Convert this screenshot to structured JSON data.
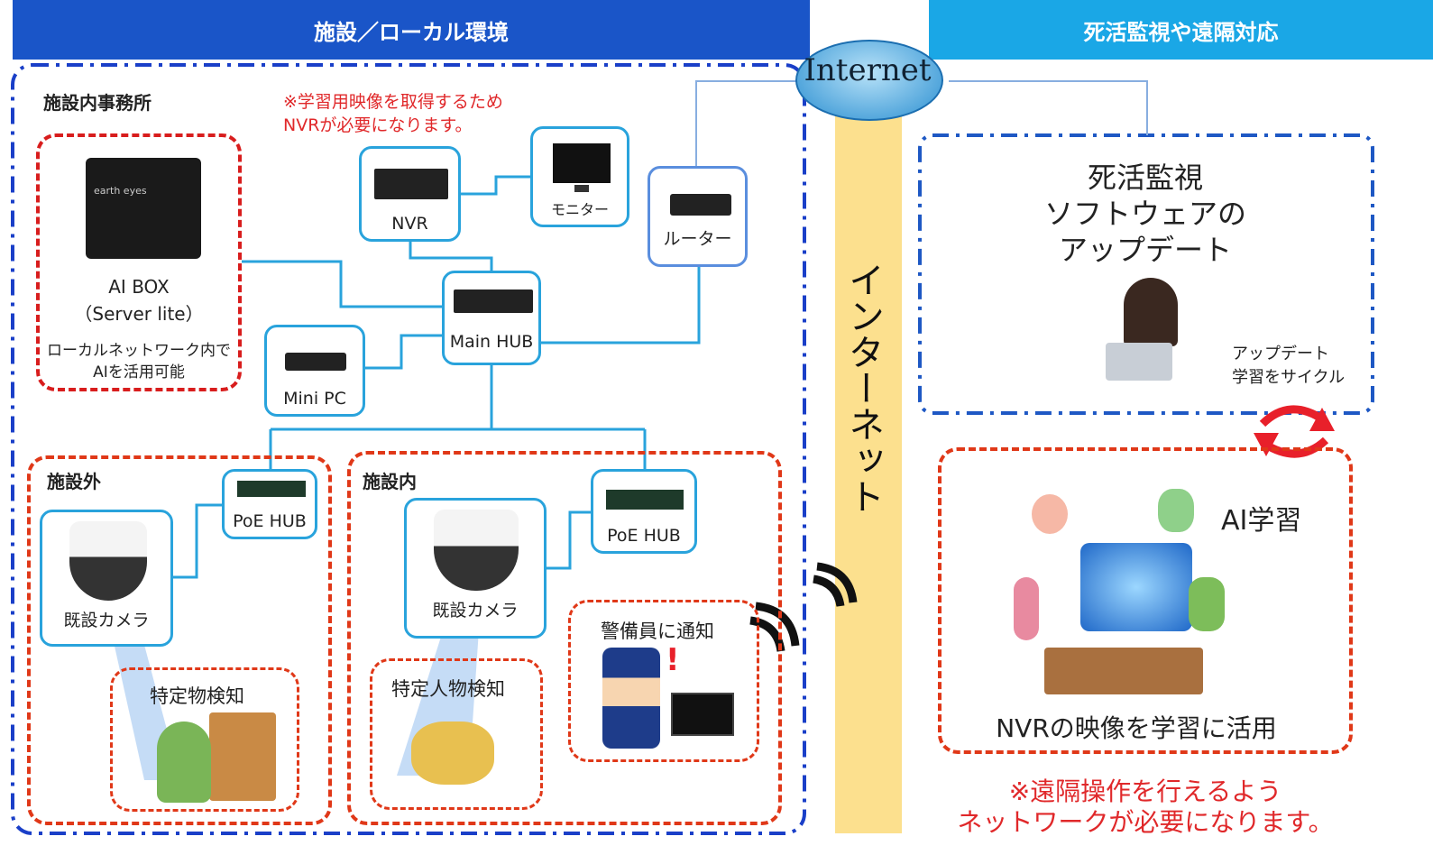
{
  "headers": {
    "left": "施設／ローカル環境",
    "right": "死活監視や遠隔対応",
    "left_color": "#1a55c8",
    "right_color": "#1aa7e6"
  },
  "internet": {
    "logo": "Internet",
    "vertical_label": "インターネット"
  },
  "office": {
    "title": "施設内事務所",
    "note_line1": "※学習用映像を取得するため",
    "note_line2": "NVRが必要になります。"
  },
  "ai_box": {
    "label1": "AI BOX",
    "label2": "（Server lite）",
    "desc1": "ローカルネットワーク内で",
    "desc2": "AIを活用可能",
    "brand": "earth eyes"
  },
  "devices": {
    "nvr": "NVR",
    "monitor": "モニター",
    "router": "ルーター",
    "main_hub": "Main HUB",
    "mini_pc": "Mini PC",
    "poe_hub_out": "PoE HUB",
    "poe_hub_in": "PoE HUB"
  },
  "outside": {
    "title": "施設外",
    "camera": "既設カメラ",
    "detect": "特定物検知"
  },
  "inside": {
    "title": "施設内",
    "camera": "既設カメラ",
    "detect": "特定人物検知",
    "notify": "警備員に通知"
  },
  "monitoring": {
    "line1": "死活監視",
    "line2": "ソフトウェアの",
    "line3": "アップデート",
    "cycle1": "アップデート",
    "cycle2": "学習をサイクル"
  },
  "ai_learning": {
    "title": "AI学習",
    "caption": "NVRの映像を学習に活用"
  },
  "remote_note": {
    "line1": "※遠隔操作を行えるよう",
    "line2": "ネットワークが必要になります。"
  }
}
